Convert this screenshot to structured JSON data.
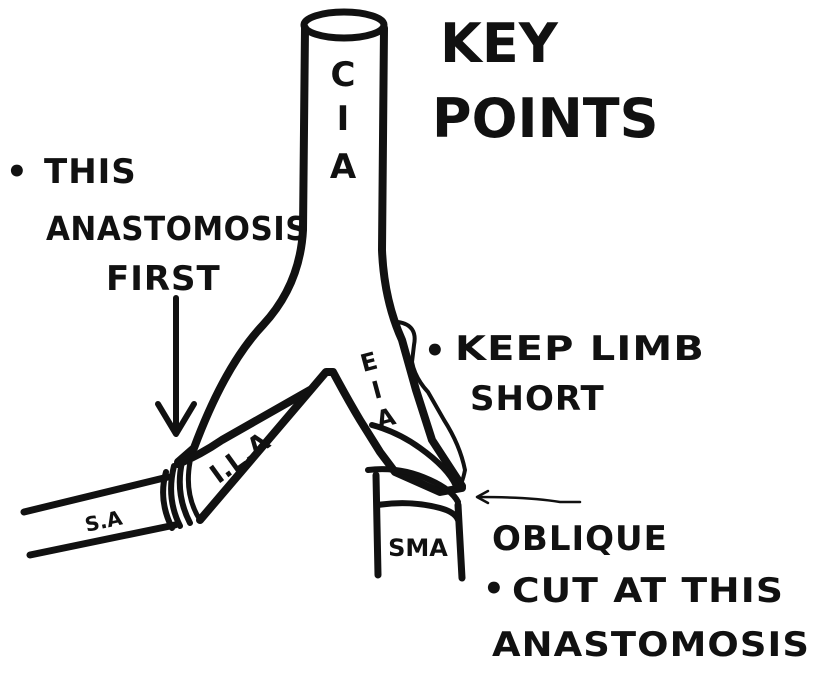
{
  "title_lines": [
    "KEY",
    "POINTS"
  ],
  "vessels": {
    "cia": [
      "C",
      "I",
      "A"
    ],
    "eia": [
      "E",
      "I",
      "A"
    ],
    "ila": "I.L.A",
    "sa": "S.A",
    "sma": "SMA"
  },
  "notes": {
    "first": {
      "bullet": "•",
      "lines": [
        "THIS",
        "ANASTOMOSIS",
        "FIRST"
      ]
    },
    "limb": {
      "bullet": "•",
      "lines": [
        "KEEP LIMB",
        "SHORT"
      ]
    },
    "oblique": {
      "bullet": "•",
      "lines": [
        "OBLIQUE",
        "CUT AT THIS",
        "ANASTOMOSIS"
      ]
    }
  },
  "colors": {
    "ink": "#111111",
    "paper": "#ffffff"
  }
}
